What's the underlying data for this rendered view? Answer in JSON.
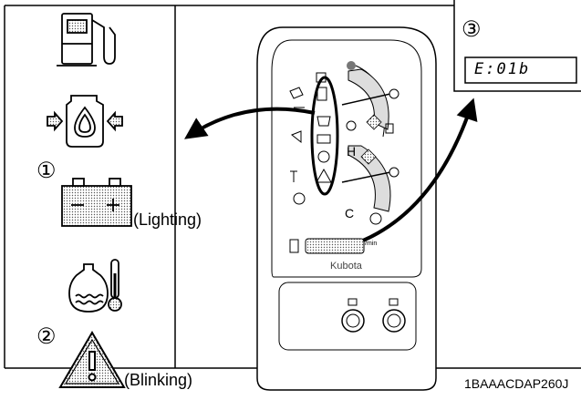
{
  "labels": {
    "num1": "①",
    "num2": "②",
    "num3": "③",
    "lighting": "(Lighting)",
    "blinking": "(Blinking)",
    "error_code": "E:01b",
    "brand": "Kubota",
    "figure_code": "1BAAACDAP260J",
    "gauge_h": "H",
    "gauge_c": "C",
    "rpm_unit": "/min"
  },
  "icons": {
    "left_panel": [
      "fuel-pump-icon",
      "engine-oil-pressure-icon",
      "battery-charge-icon",
      "coolant-temperature-icon",
      "warning-triangle-icon"
    ],
    "dashboard": [
      "fuel-gauge",
      "temperature-gauge",
      "lcd-display",
      "indicator-lamps",
      "switch-buttons"
    ]
  },
  "colors": {
    "line": "#000000",
    "lcd_fill": "#d9d9d9",
    "gauge_fill": "#cccccc"
  }
}
